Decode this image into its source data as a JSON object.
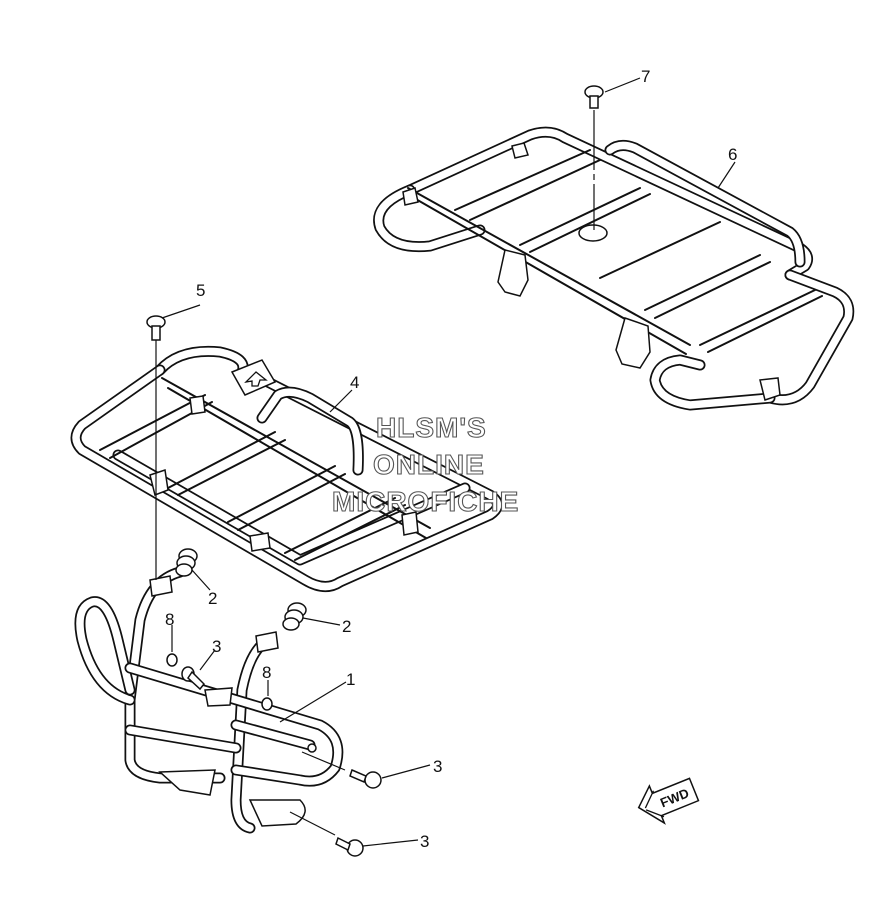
{
  "callouts": [
    {
      "id": "1",
      "label": "1"
    },
    {
      "id": "2a",
      "label": "2"
    },
    {
      "id": "2b",
      "label": "2"
    },
    {
      "id": "3a",
      "label": "3"
    },
    {
      "id": "3b",
      "label": "3"
    },
    {
      "id": "3c",
      "label": "3"
    },
    {
      "id": "4",
      "label": "4"
    },
    {
      "id": "5",
      "label": "5"
    },
    {
      "id": "6",
      "label": "6"
    },
    {
      "id": "7",
      "label": "7"
    },
    {
      "id": "8a",
      "label": "8"
    },
    {
      "id": "8b",
      "label": "8"
    }
  ],
  "watermark": {
    "line1": "HLSM'S",
    "line2": "ONLINE",
    "line3": "MICROFICHE"
  },
  "direction_marker": {
    "label": "FWD"
  }
}
